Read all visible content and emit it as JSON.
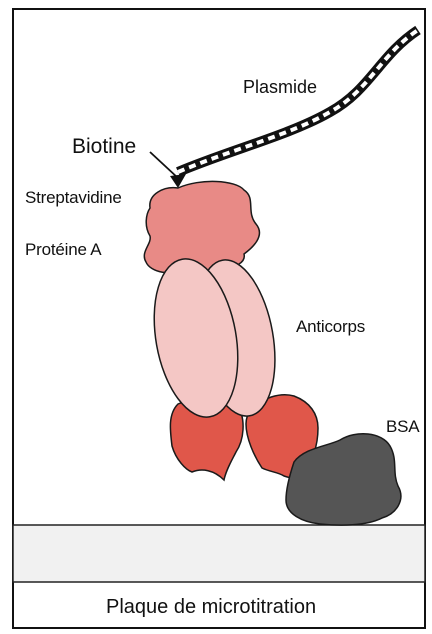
{
  "labels": {
    "plasmid": "Plasmide",
    "biotin": "Biotine",
    "streptavidin": "Streptavidine",
    "protein_a": "Protéine A",
    "antibody": "Anticorps",
    "bsa": "BSA",
    "plate": "Plaque de microtitration"
  },
  "colors": {
    "streptavidin": "#e88a86",
    "antibody_heavy": "#f4c7c5",
    "antibody_fc": "#e0574a",
    "bsa": "#555555",
    "plate": "#f1f1f1",
    "outline": "#1a1a1a"
  }
}
